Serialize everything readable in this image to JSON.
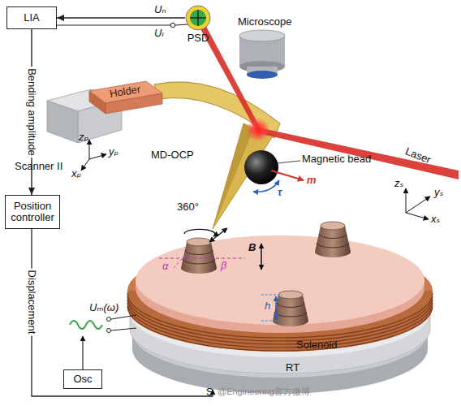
{
  "diagram": {
    "nodes": [
      {
        "text": [
          "LIA"
        ]
      },
      {
        "text": [
          "PSD"
        ]
      },
      {
        "text": [
          "Holder"
        ]
      },
      {
        "text": [
          "Position controller"
        ]
      },
      {
        "text": [
          "Osc"
        ]
      }
    ],
    "edges": [
      {
        "from": 1,
        "to": 0,
        "arrow": "to"
      },
      {
        "from": 0,
        "to": 3,
        "label": "Bending amplitude",
        "arrow": "to"
      }
    ],
    "labels": [
      "Uₙ",
      "Uₗ",
      "Microscope",
      "Laser",
      "Magnetic bead",
      "MD-OCP",
      "Scanner II",
      "zₚ",
      "yₚ",
      "xₚ",
      "τ",
      "m",
      "zₛ",
      "yₛ",
      "xₛ",
      "360°",
      "α",
      "β",
      "B",
      "h",
      "Displacement",
      "Uₘ(ω)",
      "Solenoid",
      "RT",
      "S",
      "@Engineering官方微博"
    ]
  }
}
